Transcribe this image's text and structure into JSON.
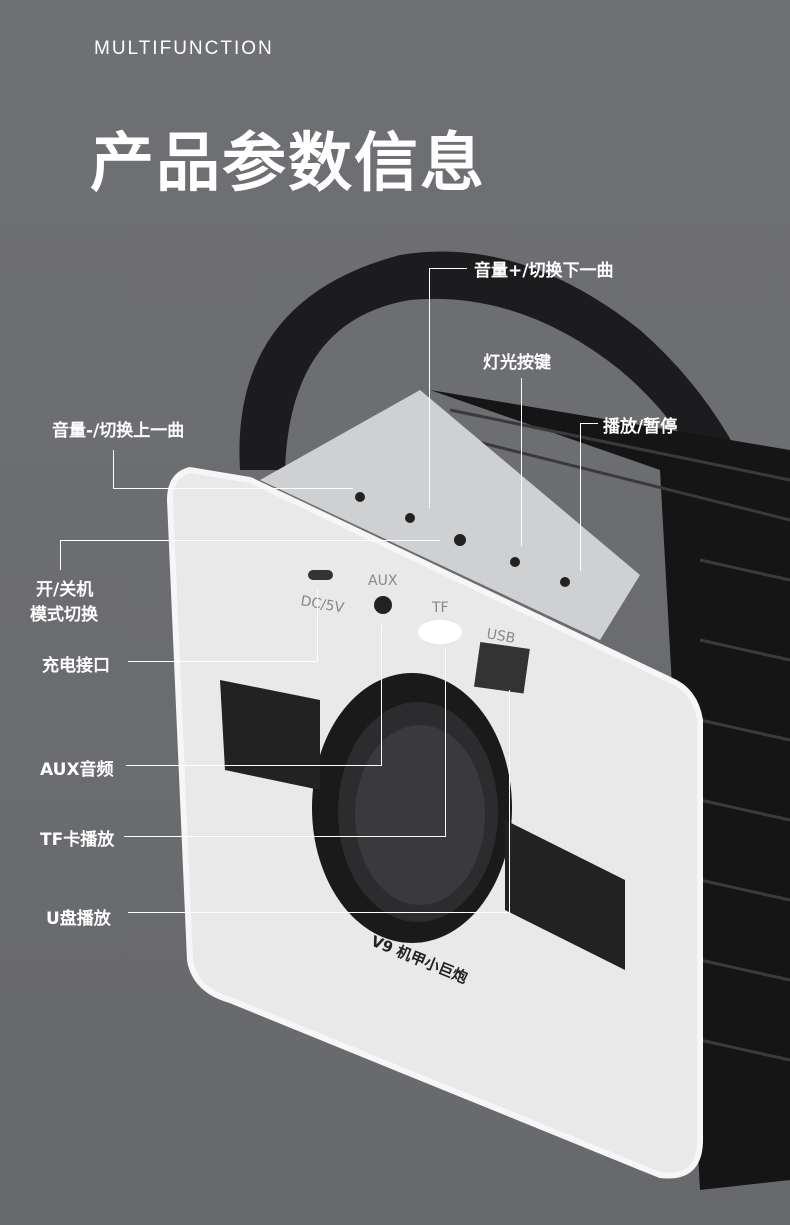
{
  "header": {
    "subtitle": "MULTIFUNCTION",
    "title": "产品参数信息"
  },
  "callouts": {
    "vol_up": "音量+/切换下一曲",
    "light": "灯光按键",
    "vol_down": "音量-/切换上一曲",
    "play": "播放/暂停",
    "power": "开/关机",
    "mode": "模式切换",
    "charge": "充电接口",
    "aux": "AUX音频",
    "tf": "TF卡播放",
    "usb": "U盘播放"
  },
  "product": {
    "ports": [
      "DC/5V",
      "AUX",
      "TF",
      "USB"
    ],
    "name": "V9 机甲小巨炮"
  }
}
